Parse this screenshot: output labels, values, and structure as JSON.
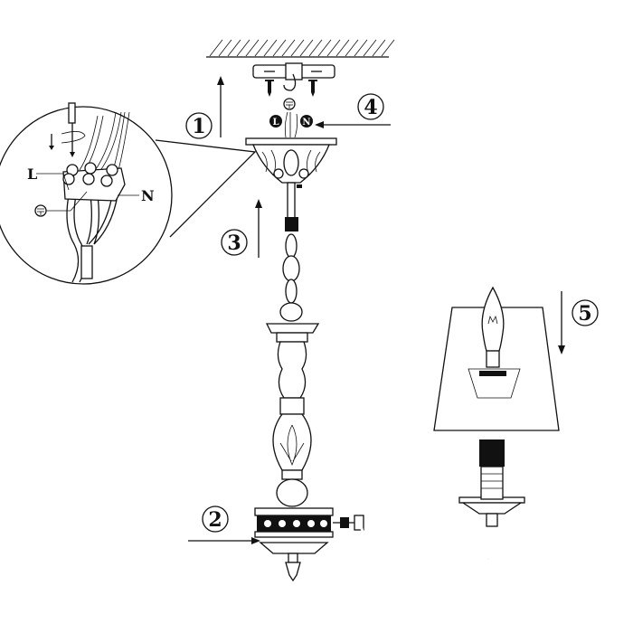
{
  "diagram": {
    "title": "Chandelier installation diagram",
    "steps": [
      "1",
      "2",
      "3",
      "4",
      "5"
    ],
    "inset_labels": {
      "live": "L",
      "neutral": "N",
      "earth_icon": "earth-ground-symbol"
    },
    "canopy_labels": {
      "live": "L",
      "neutral": "N",
      "earth_icon": "earth-ground-symbol"
    },
    "colors": {
      "line": "#111111",
      "background": "#ffffff"
    }
  }
}
